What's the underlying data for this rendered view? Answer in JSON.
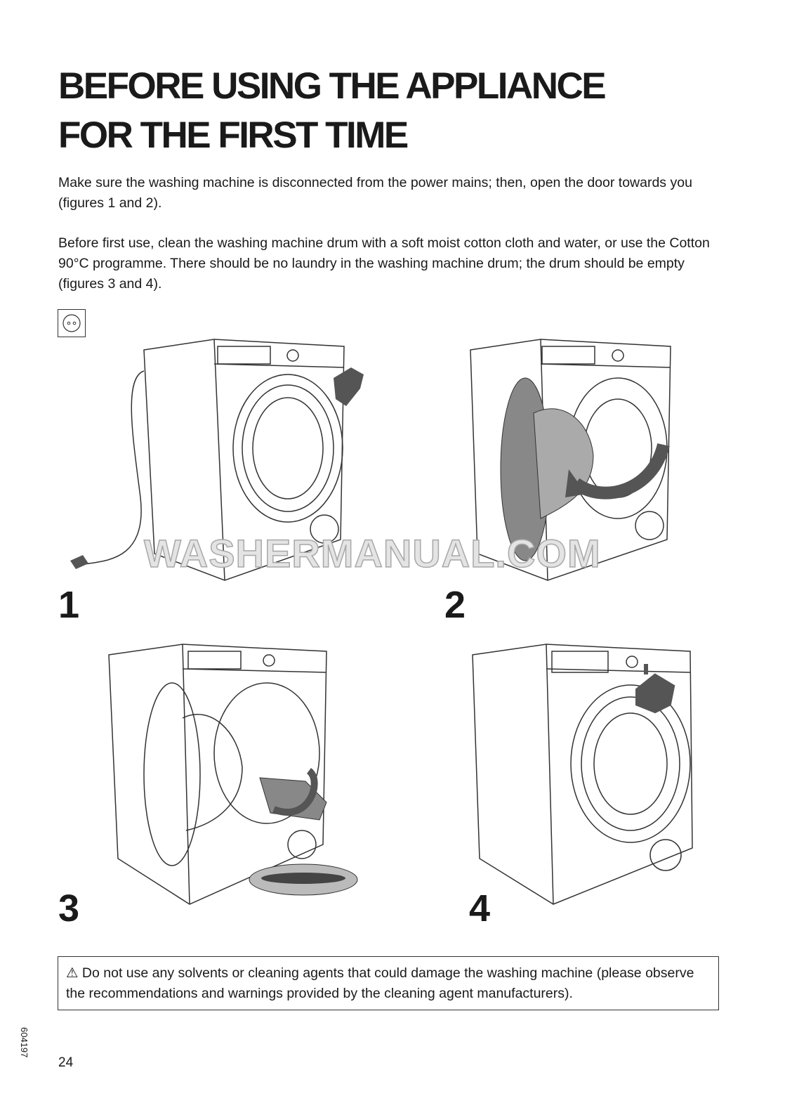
{
  "title_line1": "BEFORE USING THE APPLIANCE",
  "title_line2": "FOR THE FIRST TIME",
  "para1": "Make sure the washing machine is disconnected from the power mains; then, open the door towards you (figures 1 and 2).",
  "para2": "Before first use, clean the washing machine drum with a soft moist cotton cloth and water, or use the Cotton 90°C programme. There should be no laundry in the washing machine drum; the drum should be empty (figures 3 and 4).",
  "plug_icon": "power-socket-icon",
  "figures": [
    {
      "number": "1"
    },
    {
      "number": "2"
    },
    {
      "number": "3"
    },
    {
      "number": "4"
    }
  ],
  "watermark": "WASHERMANUAL.COM",
  "warning": "Do not use any solvents or cleaning agents that could damage the washing machine (please observe the recommendations and warnings provided by the cleaning agent manufacturers).",
  "warning_icon": "⚠",
  "side_code": "604197",
  "page_number": "24"
}
